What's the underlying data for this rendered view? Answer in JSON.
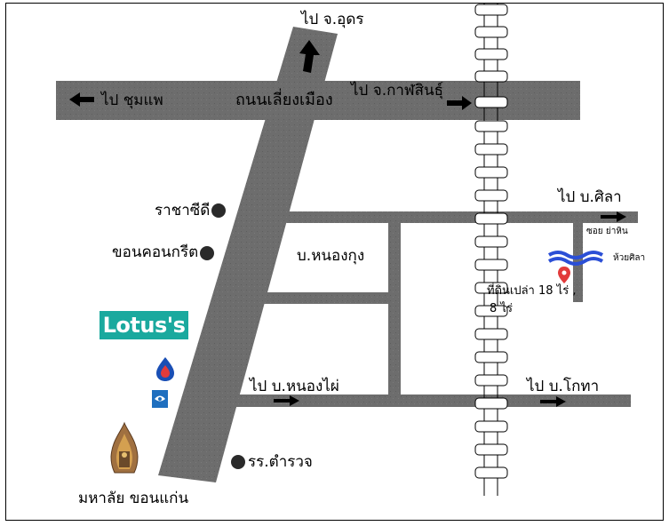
{
  "labels": {
    "to_udon": "ไป จ.อุดร",
    "to_chumphae": "ไป ชุมแพ",
    "main_road": "ถนนเลี่ยงเมือง",
    "to_kalasin": "ไป จ.กาฬสินธุ์",
    "to_ban_sila": "ไป บ.ศิลา",
    "ratchasima": "ราชาซีดี",
    "khon_kaen_concrete": "ขอนคอนกรีต",
    "ban_nong_kung": "บ.หนองกุง",
    "soi_yanhin": "ซอย ย่าหิน",
    "huai_sila": "ห้วยศิลา",
    "land_line1": "ที่ดินเปล่า 18 ไร่ ,",
    "land_line2": "8 ไร่",
    "lotus_brand": "Lotus's",
    "to_ban_nong_phai": "ไป บ.หนองไผ่",
    "to_ban_khok_ha": "ไป บ.โกทา",
    "school": "รร.ตำรวจ",
    "university": "มหาลัย ขอนแก่น"
  },
  "colors": {
    "road": "#6b6b6b",
    "road_edge": "#4a4a4a",
    "river": "#2b4fd6",
    "pin": "#e23b3b",
    "lotus_bg": "#1aa99e",
    "lotus_accent": "#f4c21f"
  },
  "icons": {
    "ptt": "ptt-logo-icon",
    "bangchak": "bangchak-logo-icon",
    "temple": "temple-icon",
    "pin": "location-pin-icon"
  }
}
